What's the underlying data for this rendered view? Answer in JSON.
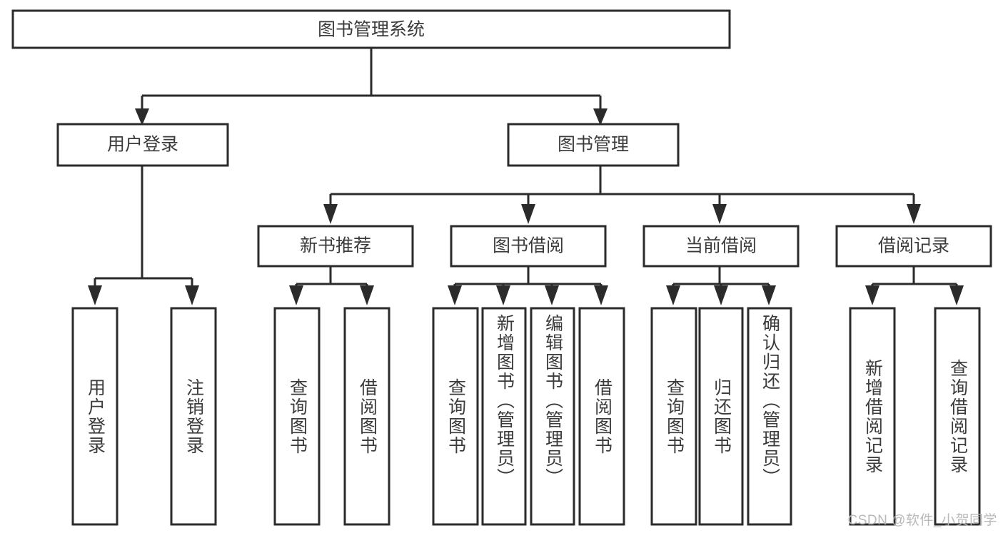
{
  "diagram": {
    "title": "图书管理系统",
    "type": "hierarchy-tree",
    "watermark": "CSDN @软件_小贺同学",
    "colors": {
      "box_stroke": "#2b2b2b",
      "box_fill": "#ffffff",
      "text": "#3b3b3b",
      "connector": "#2b2b2b",
      "watermark": "#b9b9b9",
      "background": "#ffffff"
    },
    "root": {
      "label": "图书管理系统"
    },
    "level2": [
      {
        "id": "user-login",
        "label": "用户登录"
      },
      {
        "id": "book-management",
        "label": "图书管理"
      }
    ],
    "level3": [
      {
        "id": "new-book-recommend",
        "label": "新书推荐",
        "parent": "book-management"
      },
      {
        "id": "book-borrow",
        "label": "图书借阅",
        "parent": "book-management"
      },
      {
        "id": "current-borrow",
        "label": "当前借阅",
        "parent": "book-management"
      },
      {
        "id": "borrow-record",
        "label": "借阅记录",
        "parent": "book-management"
      }
    ],
    "leaves": [
      {
        "id": "leaf-user-login",
        "label": "用户登录",
        "parent": "user-login"
      },
      {
        "id": "leaf-logout-login",
        "label": "注销登录",
        "parent": "user-login"
      },
      {
        "id": "leaf-query-book-1",
        "label": "查询图书",
        "parent": "new-book-recommend"
      },
      {
        "id": "leaf-borrow-book-1",
        "label": "借阅图书",
        "parent": "new-book-recommend"
      },
      {
        "id": "leaf-query-book-2",
        "label": "查询图书",
        "parent": "book-borrow"
      },
      {
        "id": "leaf-add-book",
        "label": "新增图书（管理员）",
        "parent": "book-borrow"
      },
      {
        "id": "leaf-edit-book",
        "label": "编辑图书（管理员）",
        "parent": "book-borrow"
      },
      {
        "id": "leaf-borrow-book-2",
        "label": "借阅图书",
        "parent": "book-borrow"
      },
      {
        "id": "leaf-query-book-3",
        "label": "查询图书",
        "parent": "current-borrow"
      },
      {
        "id": "leaf-return-book",
        "label": "归还图书",
        "parent": "current-borrow"
      },
      {
        "id": "leaf-confirm-return",
        "label": "确认归还（管理员）",
        "parent": "current-borrow"
      },
      {
        "id": "leaf-add-record",
        "label": "新增借阅记录",
        "parent": "borrow-record"
      },
      {
        "id": "leaf-query-record",
        "label": "查询借阅记录",
        "parent": "borrow-record"
      }
    ]
  }
}
